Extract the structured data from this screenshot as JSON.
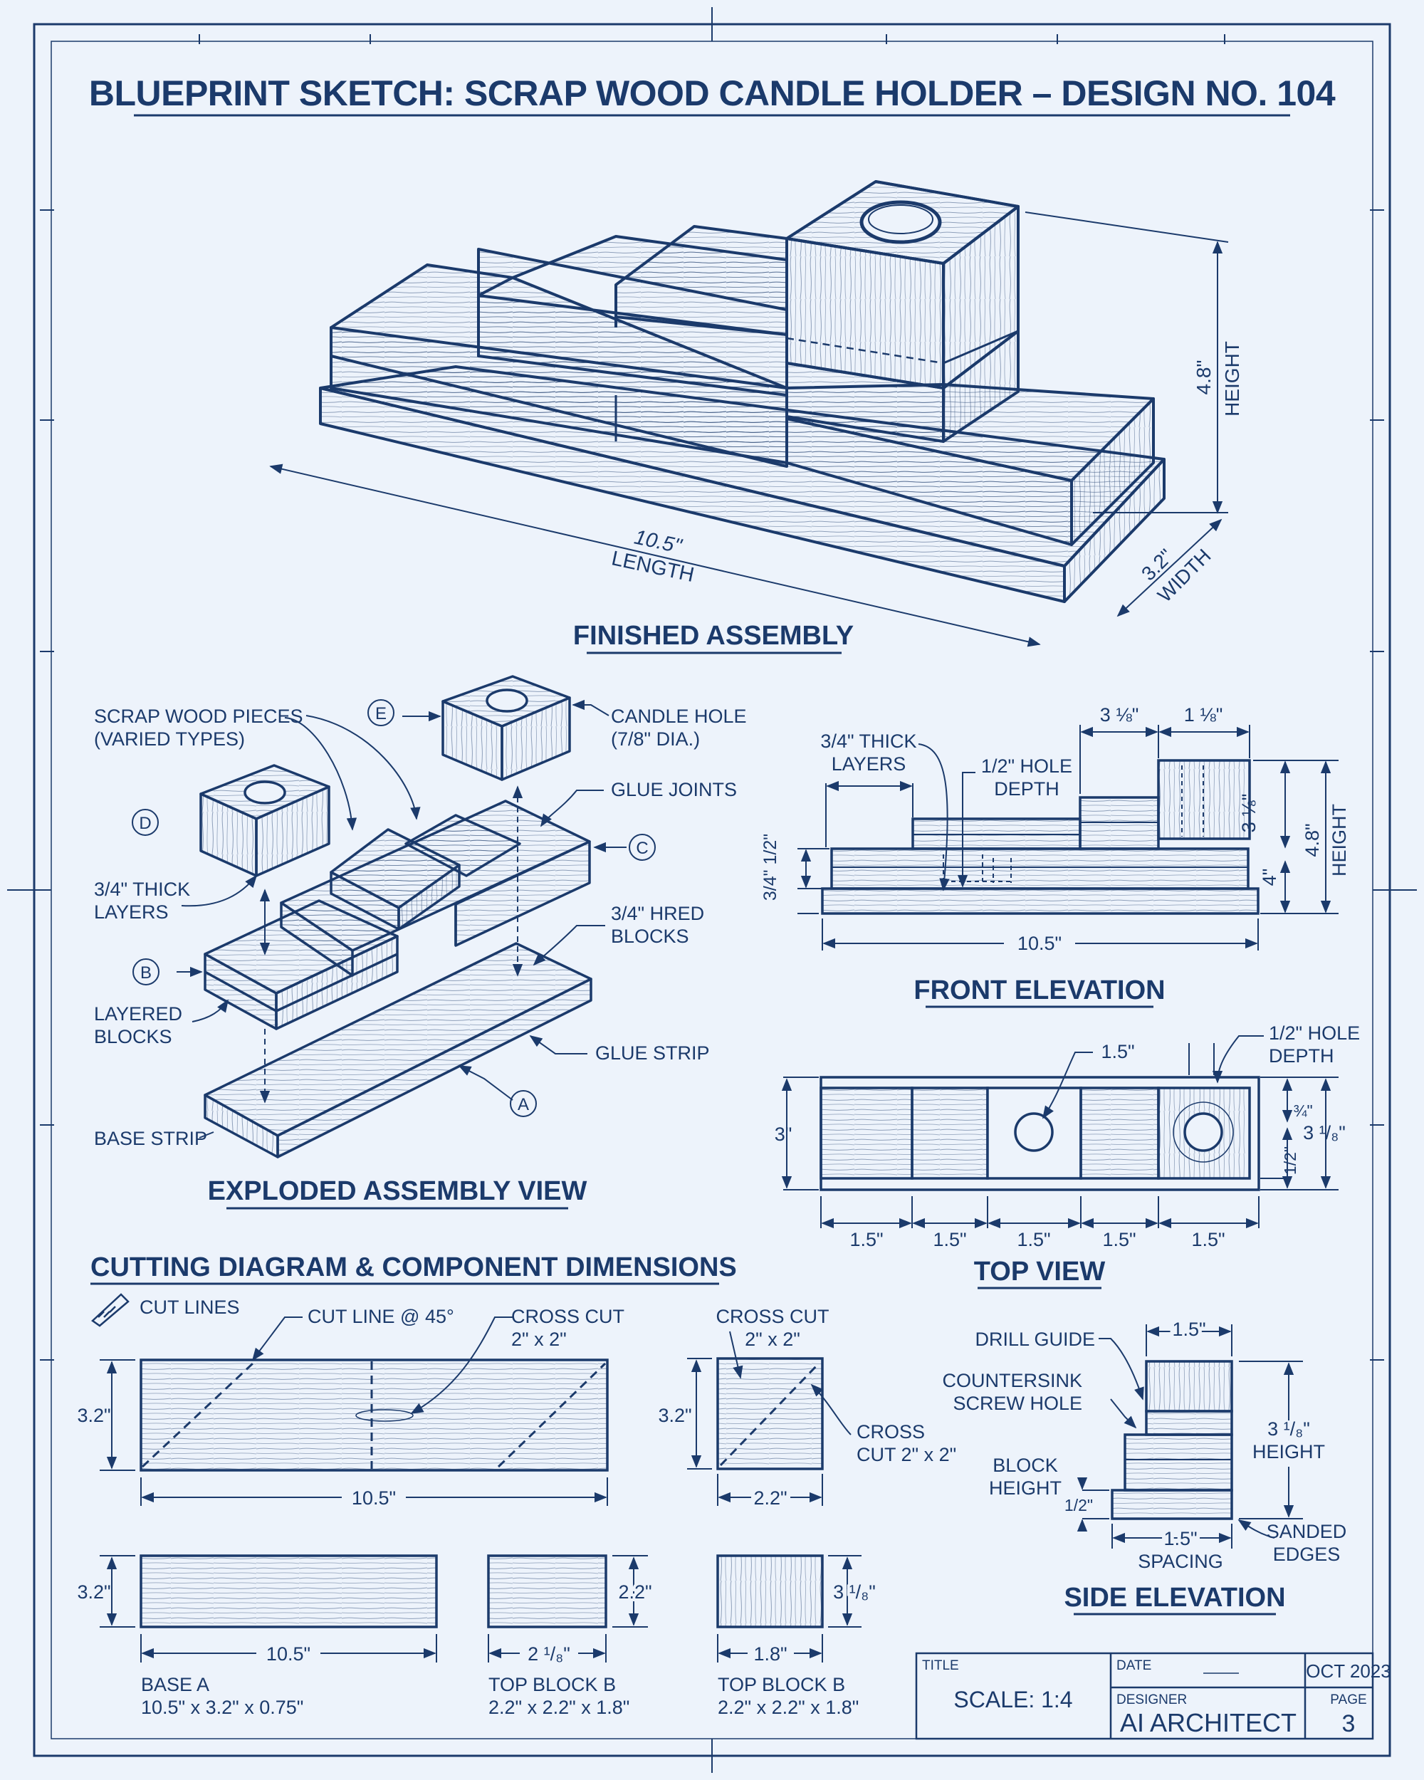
{
  "title": "BLUEPRINT SKETCH: SCRAP WOOD CANDLE HOLDER – DESIGN NO. 104",
  "finished": {
    "heading": "FINISHED ASSEMBLY",
    "length_value": "10.5\"",
    "length_label": "LENGTH",
    "height_value": "4.8\"",
    "height_label": "HEIGHT",
    "width_value": "3.2\"",
    "width_label": "WIDTH"
  },
  "exploded": {
    "heading": "EXPLODED ASSEMBLY VIEW",
    "labels": {
      "scrap_1": "SCRAP WOOD PIECES",
      "scrap_2": "(VARIED TYPES)",
      "candle_1": "CANDLE HOLE",
      "candle_2": "(7/8\" DIA.)",
      "glue_joints": "GLUE JOINTS",
      "thick_1": "3/4\" THICK",
      "thick_2": "LAYERS",
      "hred_1": "3/4\" HRED",
      "hred_2": "BLOCKS",
      "layered_1": "LAYERED",
      "layered_2": "BLOCKS",
      "glue_strip": "GLUE STRIP",
      "base_strip": "BASE STRIP"
    },
    "markers": {
      "a": "A",
      "b": "B",
      "c": "C",
      "d": "D",
      "e": "E"
    }
  },
  "front": {
    "heading": "FRONT ELEVATION",
    "thick_1": "3/4\" THICK",
    "thick_2": "LAYERS",
    "hole_1": "1/2\" HOLE",
    "hole_2": "DEPTH",
    "dim_top_left": "3 ⅛\"",
    "dim_top_right": "1 ⅛\"",
    "dim_right_inner": "3 ⅛\"",
    "dim_right_outer": "4.8\"",
    "height_label": "HEIGHT",
    "dim_small": "4\"",
    "dim_left": "3/4\" 1/2\"",
    "dim_length": "10.5\""
  },
  "top": {
    "heading": "TOP VIEW",
    "dim_hole": "1.5\"",
    "hole_1": "1/2\" HOLE",
    "hole_2": "DEPTH",
    "dim_left": "3\"",
    "dim_r1": "¾\"",
    "dim_r2": "1/2\"",
    "dim_r3": "3 ¹/₈\"",
    "segments": [
      "1.5\"",
      "1.5\"",
      "1.5\"",
      "1.5\"",
      "1.5\""
    ]
  },
  "cutting": {
    "heading": "CUTTING DIAGRAM & COMPONENT DIMENSIONS",
    "cut_lines": "CUT LINES",
    "cut45": "CUT LINE @ 45°",
    "cross_1": "CROSS CUT",
    "cross_2": "2\" x 2\"",
    "board_h": "3.2\"",
    "board_w": "10.5\"",
    "sq_cross_1": "CROSS CUT",
    "sq_cross_2": "2\" x 2\"",
    "sq_h": "3.2\"",
    "sq_right_1": "CROSS",
    "sq_right_2": "CUT 2\" x 2\"",
    "sq_w": "2.2\"",
    "base_h": "3.2\"",
    "base_w": "10.5\"",
    "base_name": "BASE A",
    "base_dims": "10.5\" x 3.2\" x 0.75\"",
    "tb1_h": "2.2\"",
    "tb1_w": "2 ¹/₈\"",
    "tb1_name": "TOP BLOCK B",
    "tb1_dims": "2.2\" x 2.2\" x 1.8\"",
    "tb2_h": "3 ¹/₈\"",
    "tb2_w": "1.8\"",
    "tb2_name": "TOP BLOCK B",
    "tb2_dims": "2.2\" x 2.2\" x 1.8\""
  },
  "side": {
    "heading": "SIDE ELEVATION",
    "dim_top": "1.5\"",
    "drill": "DRILL GUIDE",
    "csk_1": "COUNTERSINK",
    "csk_2": "SCREW HOLE",
    "blk_1": "BLOCK",
    "blk_2": "HEIGHT",
    "half": "1/2\"",
    "h_1": "3 ¹/₈\"",
    "h_2": "HEIGHT",
    "spacing_val": "1.5\"",
    "spacing": "SPACING",
    "sanded_1": "SANDED",
    "sanded_2": "EDGES"
  },
  "titleblock": {
    "title_label": "TITLE",
    "scale": "SCALE: 1:4",
    "date_label": "DATE",
    "date": "OCT 2023",
    "designer_label": "DESIGNER",
    "designer": "AI ARCHITECT",
    "page_label": "PAGE",
    "page": "3"
  }
}
